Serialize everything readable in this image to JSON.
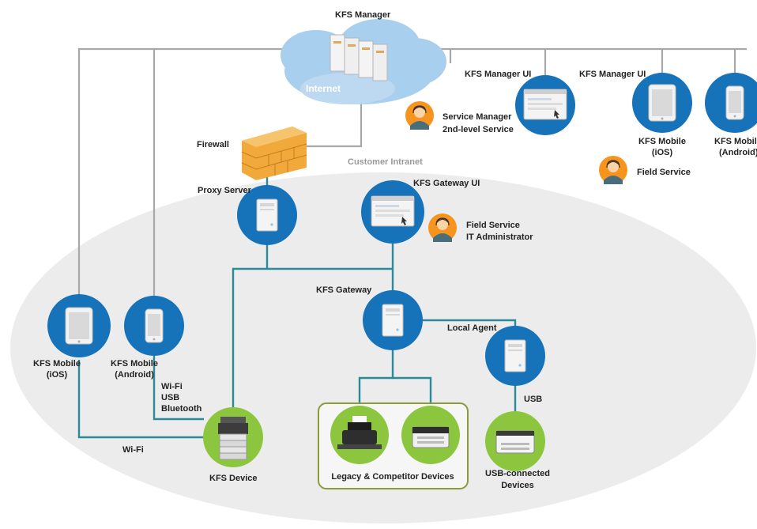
{
  "diagram": {
    "labels": {
      "kfs_manager": "KFS Manager",
      "internet": "Internet",
      "kfs_manager_ui_1": "KFS Manager UI",
      "kfs_manager_ui_2": "KFS Manager UI",
      "service_manager_line1": "Service Manager",
      "service_manager_line2": "2nd-level Service",
      "kfs_mobile_ios_top_line1": "KFS Mobile",
      "kfs_mobile_ios_top_line2": "(iOS)",
      "kfs_mobile_android_top_line1": "KFS Mobile",
      "kfs_mobile_android_top_line2": "(Android)",
      "field_service_top": "Field Service",
      "firewall": "Firewall",
      "customer_intranet": "Customer Intranet",
      "proxy_server": "Proxy Server",
      "kfs_gateway_ui": "KFS Gateway UI",
      "field_service_it_line1": "Field Service",
      "field_service_it_line2": "IT Administrator",
      "kfs_gateway": "KFS Gateway",
      "local_agent": "Local Agent",
      "kfs_mobile_ios_left_line1": "KFS Mobile",
      "kfs_mobile_ios_left_line2": "(iOS)",
      "kfs_mobile_android_left_line1": "KFS Mobile",
      "kfs_mobile_android_left_line2": "(Android)",
      "conn_line1": "Wi-Fi",
      "conn_line2": "USB",
      "conn_line3": "Bluetooth",
      "wifi": "Wi-Fi",
      "kfs_device": "KFS Device",
      "legacy_devices": "Legacy & Competitor Devices",
      "usb": "USB",
      "usb_devices_line1": "USB-connected",
      "usb_devices_line2": "Devices"
    },
    "colors": {
      "node_blue": "#1672b9",
      "node_green": "#8cc63f",
      "lan_line": "#2a8a99",
      "wan_line": "#a8a8a8",
      "intranet_fill": "#ececec",
      "cloud": "#a9cfee",
      "firewall": "#f2a93b",
      "person_bg": "#f7941d"
    }
  }
}
